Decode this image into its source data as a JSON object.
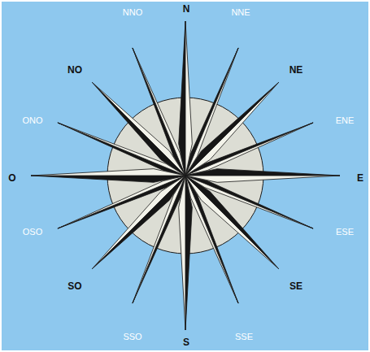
{
  "diagram": {
    "labels": [
      "NNO",
      "N",
      "NNE",
      "NO",
      "NE",
      "ONO",
      "ENE",
      "O",
      "E",
      "OSO",
      "ESE",
      "SO",
      "SE",
      "SSO",
      "S",
      "SSE"
    ]
  }
}
